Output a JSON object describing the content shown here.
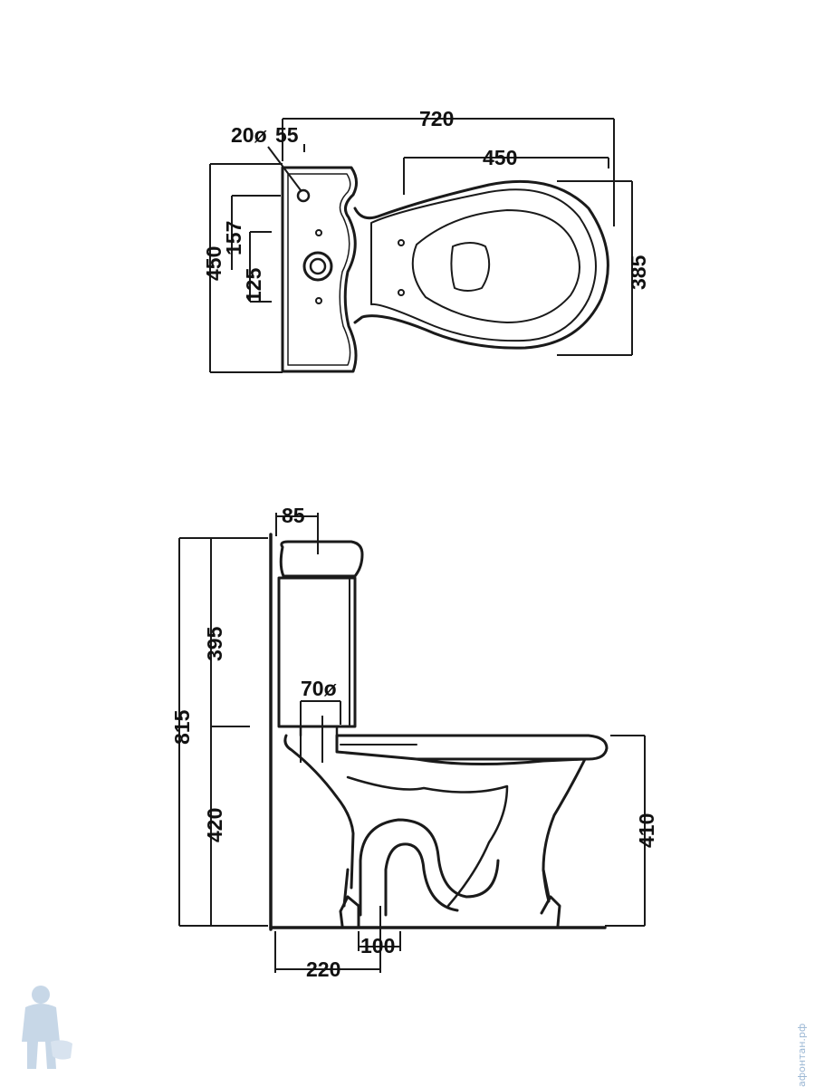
{
  "plan_view": {
    "dim_overall_length": "720",
    "dim_bowl_length": "450",
    "dim_overall_width": "450",
    "dim_bowl_width": "385",
    "dim_inlet": "20ø",
    "dim_inlet_offset": "55",
    "dim_157": "157",
    "dim_125": "125"
  },
  "side_view": {
    "dim_cistern_top": "85",
    "dim_flush_pipe": "70ø",
    "dim_total_height": "815",
    "dim_cistern_height": "395",
    "dim_pan_height": "420",
    "dim_rim_height": "410",
    "dim_outlet": "100",
    "dim_outlet_from_wall": "220"
  },
  "watermark": {
    "text": "афонтан.рф",
    "logo": "plumber-mascot-icon",
    "color": "#9bb7d4"
  }
}
